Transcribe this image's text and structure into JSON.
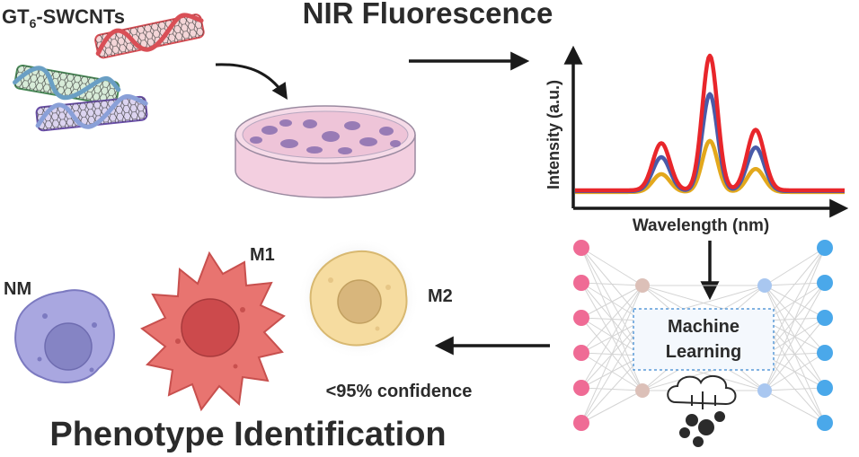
{
  "title": "NIR Fluorescence",
  "probe": {
    "label_main": "GT",
    "label_sub": "6",
    "label_rest": "-SWCNTs"
  },
  "spectrum": {
    "ylabel": "Intensity (a.u.)",
    "xlabel": "Wavelength (nm)",
    "series_colors": [
      "#e8262b",
      "#4a5ba8",
      "#e3a81c"
    ],
    "peak_levels": [
      1.0,
      0.72,
      0.38
    ]
  },
  "ml": {
    "line1": "Machine",
    "line2": "Learning",
    "input_color": "#ef6b95",
    "output_color": "#4aa8ea",
    "hidden_left_color": "#dcc0b8",
    "hidden_right_color": "#a9c7f0"
  },
  "cells": {
    "nm": {
      "label": "NM",
      "color": "#a9a7e0"
    },
    "m1": {
      "label": "M1",
      "color": "#e87470"
    },
    "m2": {
      "label": "M2",
      "color": "#f6dca0"
    }
  },
  "confidence": "<95% confidence",
  "footer": "Phenotype Identification",
  "colors": {
    "dish": "#f3cfe0",
    "nanotube_red": "#d94f56",
    "nanotube_green": "#4a8a58",
    "nanotube_purple": "#6a4fa8"
  }
}
